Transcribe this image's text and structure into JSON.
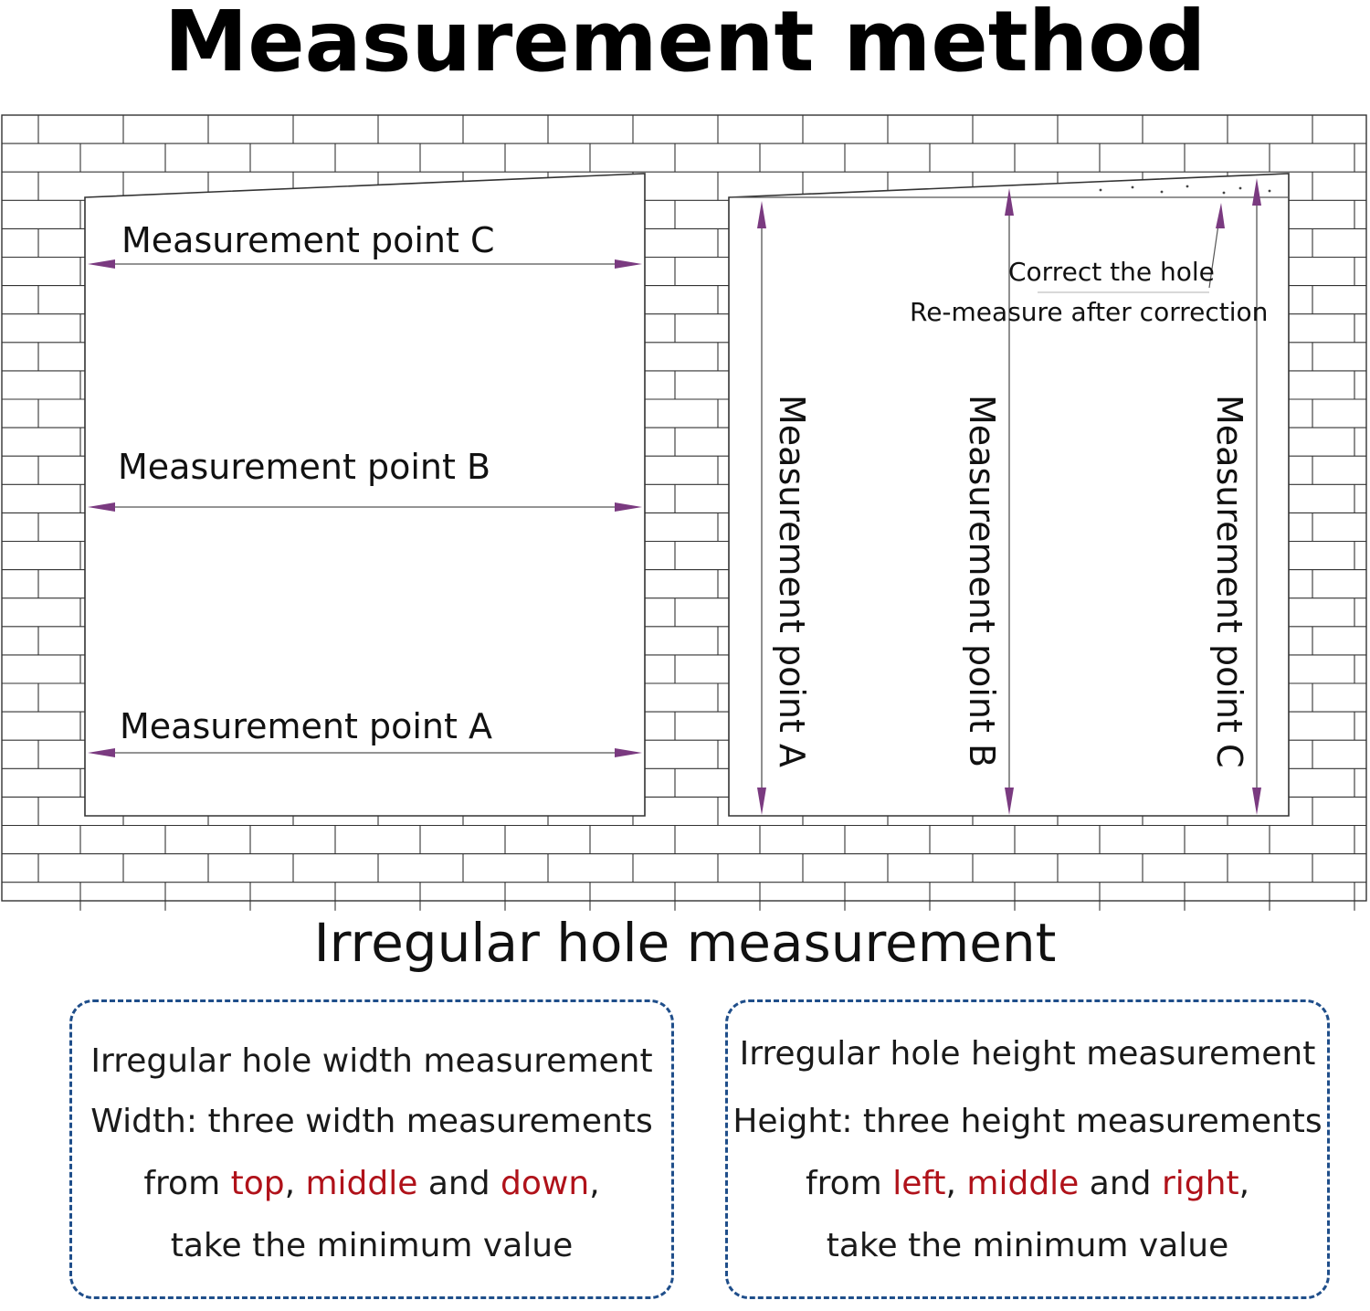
{
  "title": "Measurement method",
  "diagram": {
    "left_hole": {
      "labels": [
        "Measurement point C",
        "Measurement point B",
        "Measurement point A"
      ]
    },
    "right_hole": {
      "labels": [
        "Measurement point A",
        "Measurement point B",
        "Measurement point C"
      ],
      "note_line1": "Correct the hole",
      "note_line2": "Re-measure after correction"
    },
    "arrow_color": "#7a3a80",
    "brick_line_color": "#333333"
  },
  "subtitle": "Irregular hole measurement",
  "width_box": {
    "heading": "Irregular hole width measurement",
    "line2": "Width: three width measurements",
    "from": "from ",
    "pos1": "top",
    "sep1": ", ",
    "pos2": "middle",
    "and": " and ",
    "pos3": "down",
    "end": ",",
    "line4": "take the minimum value"
  },
  "height_box": {
    "heading": "Irregular hole height measurement",
    "line2": "Height: three height measurements",
    "from": "from ",
    "pos1": "left",
    "sep1": ", ",
    "pos2": "middle",
    "and": " and ",
    "pos3": "right",
    "end": ",",
    "line4": "take the minimum value"
  },
  "colors": {
    "highlight": "#b0121a",
    "box_border": "#1f4e8a"
  }
}
